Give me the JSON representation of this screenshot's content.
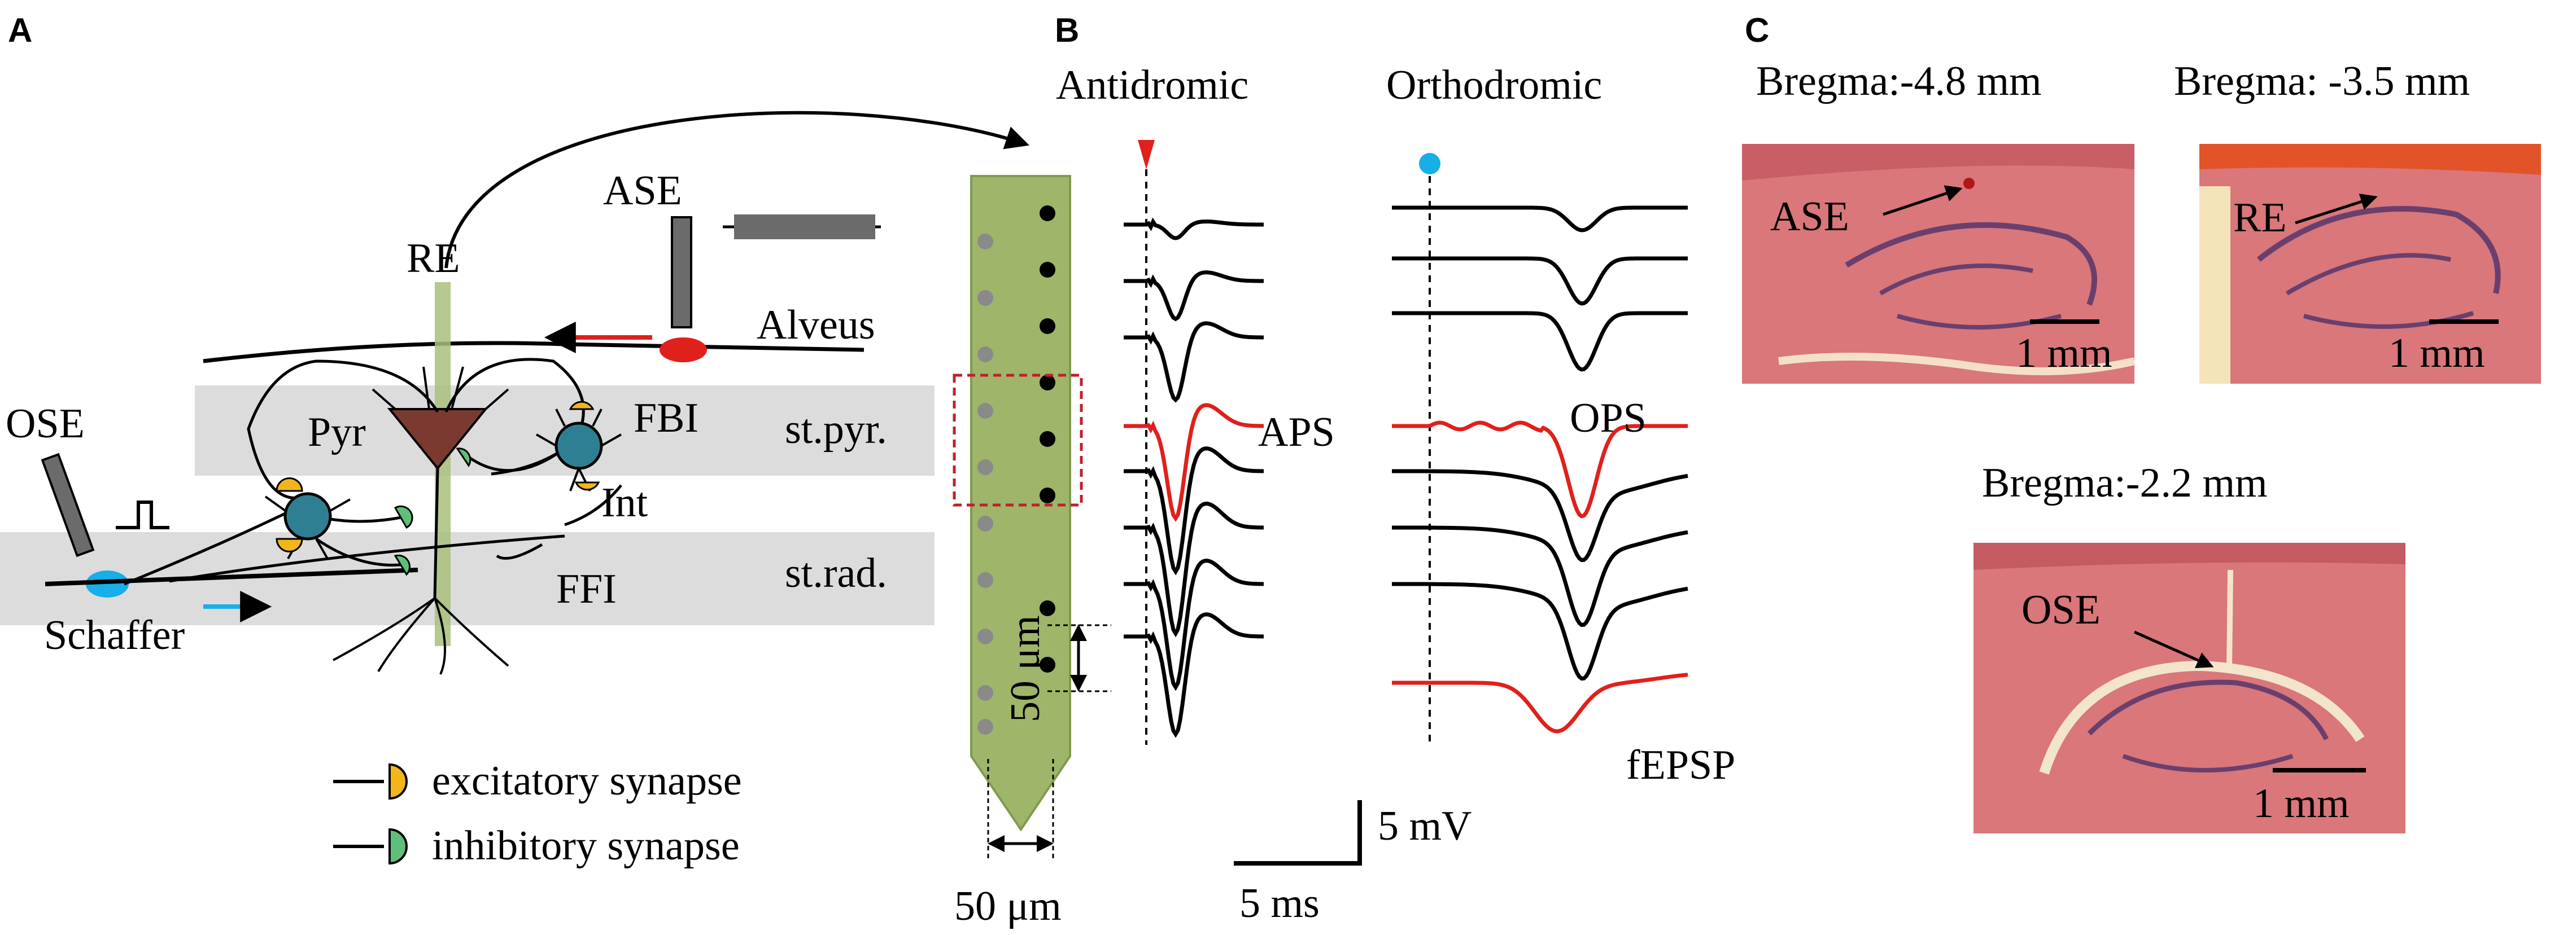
{
  "panels": {
    "a": "A",
    "b": "B",
    "c": "C"
  },
  "panel_a": {
    "electrodes": {
      "re": "RE",
      "ase": "ASE",
      "ose": "OSE"
    },
    "layers": {
      "alveus": "Alveus",
      "st_pyr": "st.pyr.",
      "st_rad": "st.rad."
    },
    "cells": {
      "pyr": "Pyr",
      "int": "Int",
      "fbi": "FBI",
      "ffi": "FFI",
      "schaffer": "Schaffer"
    },
    "legend": {
      "excitatory": "excitatory synapse",
      "inhibitory": "inhibitory synapse"
    },
    "colors": {
      "layer_band": "#dcdcdc",
      "pyramidal": "#7a3a30",
      "interneuron": "#2f7f93",
      "excitatory": "#f2b51a",
      "inhibitory": "#5fbf7a",
      "stim_red": "#e0201b",
      "stim_blue": "#18aee8",
      "electrode_green": "#a9bf7a",
      "electrode_grey": "#6b6b6b"
    }
  },
  "panel_b": {
    "titles": {
      "antidromic": "Antidromic",
      "orthodromic": "Orthodromic"
    },
    "labels": {
      "aps": "APS",
      "ops": "OPS",
      "fepsp": "fEPSP"
    },
    "spacing_label": "50 μm",
    "width_label": "50 μm",
    "scale": {
      "v": "5 mV",
      "t": "5 ms"
    },
    "colors": {
      "trace": "#000000",
      "highlight": "#e0201b",
      "probe": "#9fb56a",
      "probe_edge": "#7f9a50"
    }
  },
  "panel_c": {
    "bregma_1": "Bregma:-4.8 mm",
    "bregma_2": "Bregma: -3.5 mm",
    "bregma_3": "Bregma:-2.2 mm",
    "img1_label": "ASE",
    "img2_label": "RE",
    "img3_label": "OSE",
    "scale_label": "1 mm",
    "colors": {
      "tissue": "#d9777a",
      "tissue_dark": "#b8525a",
      "layer": "#6a3f6e"
    }
  }
}
